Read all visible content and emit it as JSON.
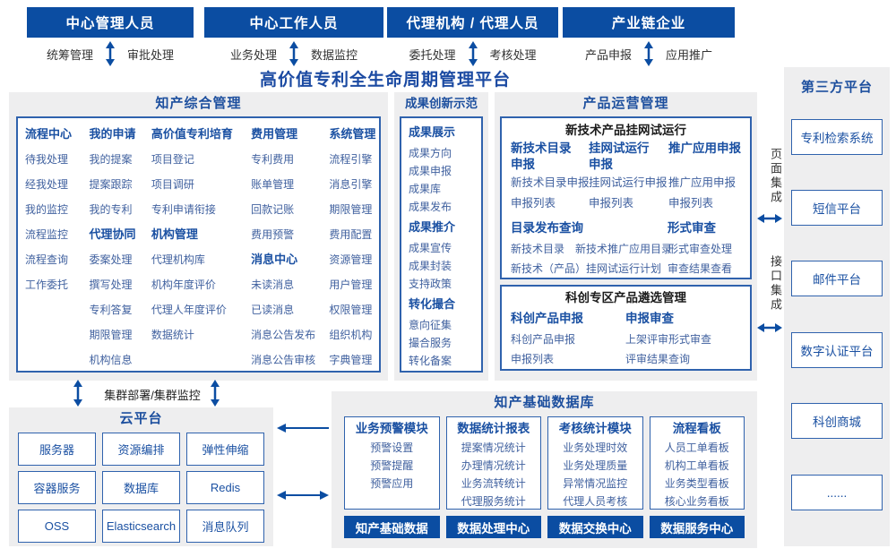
{
  "colors": {
    "header_blue": "#0b4da2",
    "title_blue": "#1b4aa2",
    "border_blue": "#2f62ad",
    "item_blue": "#40619f",
    "panel_gray": "#eeeeef"
  },
  "top_roles": [
    {
      "title": "中心管理人员",
      "left_label": "统筹管理",
      "right_label": "审批处理"
    },
    {
      "title": "中心工作人员",
      "left_label": "业务处理",
      "right_label": "数据监控"
    },
    {
      "title": "代理机构 / 代理人员",
      "left_label": "委托处理",
      "right_label": "考核处理"
    },
    {
      "title": "产业链企业",
      "left_label": "产品申报",
      "right_label": "应用推广"
    }
  ],
  "platform_title": "高价值专利全生命周期管理平台",
  "ip_management": {
    "title": "知产综合管理",
    "columns": [
      {
        "groups": [
          {
            "header": "流程中心",
            "items": [
              "待我处理",
              "经我处理",
              "我的监控",
              "流程监控",
              "流程查询",
              "工作委托"
            ]
          }
        ]
      },
      {
        "groups": [
          {
            "header": "我的申请",
            "items": [
              "我的提案",
              "提案跟踪",
              "我的专利"
            ]
          },
          {
            "header": "代理协同",
            "items": [
              "委案处理",
              "撰写处理",
              "专利答复",
              "期限管理",
              "机构信息"
            ]
          }
        ]
      },
      {
        "groups": [
          {
            "header": "高价值专利培育",
            "items": [
              "项目登记",
              "项目调研",
              "专利申请衔接"
            ]
          },
          {
            "header": "机构管理",
            "items": [
              "代理机构库",
              "机构年度评价",
              "代理人年度评价",
              "数据统计"
            ]
          }
        ]
      },
      {
        "groups": [
          {
            "header": "费用管理",
            "items": [
              "专利费用",
              "账单管理",
              "回款记账",
              "费用预警"
            ]
          },
          {
            "header": "消息中心",
            "items": [
              "未读消息",
              "已读消息",
              "消息公告发布",
              "消息公告审核"
            ]
          }
        ]
      },
      {
        "groups": [
          {
            "header": "系统管理",
            "items": [
              "流程引擎",
              "消息引擎",
              "期限管理",
              "费用配置",
              "资源管理",
              "用户管理",
              "权限管理",
              "组织机构",
              "字典管理"
            ]
          }
        ]
      }
    ]
  },
  "achievement": {
    "title": "成果创新示范",
    "groups": [
      {
        "header": "成果展示",
        "items": [
          "成果方向",
          "成果申报",
          "成果库",
          "成果发布"
        ]
      },
      {
        "header": "成果推介",
        "items": [
          "成果宣传",
          "成果封装",
          "支持政策"
        ]
      },
      {
        "header": "转化撮合",
        "items": [
          "意向征集",
          "撮合服务",
          "转化备案"
        ]
      }
    ]
  },
  "product_ops": {
    "title": "产品运营管理",
    "trial_box": {
      "title": "新技术产品挂网试运行",
      "columns": [
        {
          "header": "新技术目录申报",
          "items": [
            "新技术目录申报",
            "申报列表"
          ]
        },
        {
          "header": "挂网试运行申报",
          "items": [
            "挂网试运行申报",
            "申报列表"
          ]
        },
        {
          "header": "推广应用申报",
          "items": [
            "推广应用申报",
            "申报列表"
          ]
        }
      ],
      "catalog_query": {
        "header": "目录发布查询",
        "row1_items": [
          "新技术目录",
          "新技术推广应用目录"
        ],
        "row2": "新技术（产品）挂网试运行计划"
      },
      "formal_review": {
        "header": "形式审查",
        "items": [
          "形式审查处理",
          "审查结果查看"
        ]
      }
    },
    "selection_box": {
      "title": "科创专区产品遴选管理",
      "columns": [
        {
          "header": "科创产品申报",
          "items": [
            "科创产品申报",
            "申报列表"
          ]
        },
        {
          "header": "申报审查",
          "items": [
            "上架评审形式审查",
            "评审结果查询"
          ]
        }
      ]
    }
  },
  "third_party": {
    "title": "第三方平台",
    "items": [
      "专利检索系统",
      "短信平台",
      "邮件平台",
      "数字认证平台",
      "科创商城",
      "......"
    ],
    "integrations": [
      {
        "label": "页面集成"
      },
      {
        "label": "接口集成"
      }
    ]
  },
  "cluster_label": "集群部署/集群监控",
  "cloud": {
    "title": "云平台",
    "items": [
      "服务器",
      "资源编排",
      "弹性伸缩",
      "容器服务",
      "数据库",
      "Redis",
      "OSS",
      "Elasticsearch",
      "消息队列"
    ]
  },
  "ip_database": {
    "title": "知产基础数据库",
    "modules": [
      {
        "header": "业务预警模块",
        "items": [
          "预警设置",
          "预警提醒",
          "预警应用"
        ]
      },
      {
        "header": "数据统计报表",
        "items": [
          "提案情况统计",
          "办理情况统计",
          "业务流转统计",
          "代理服务统计"
        ]
      },
      {
        "header": "考核统计模块",
        "items": [
          "业务处理时效",
          "业务处理质量",
          "异常情况监控",
          "代理人员考核"
        ]
      },
      {
        "header": "流程看板",
        "items": [
          "人员工单看板",
          "机构工单看板",
          "业务类型看板",
          "核心业务看板"
        ]
      }
    ],
    "centers": [
      "知产基础数据",
      "数据处理中心",
      "数据交换中心",
      "数据服务中心"
    ]
  }
}
